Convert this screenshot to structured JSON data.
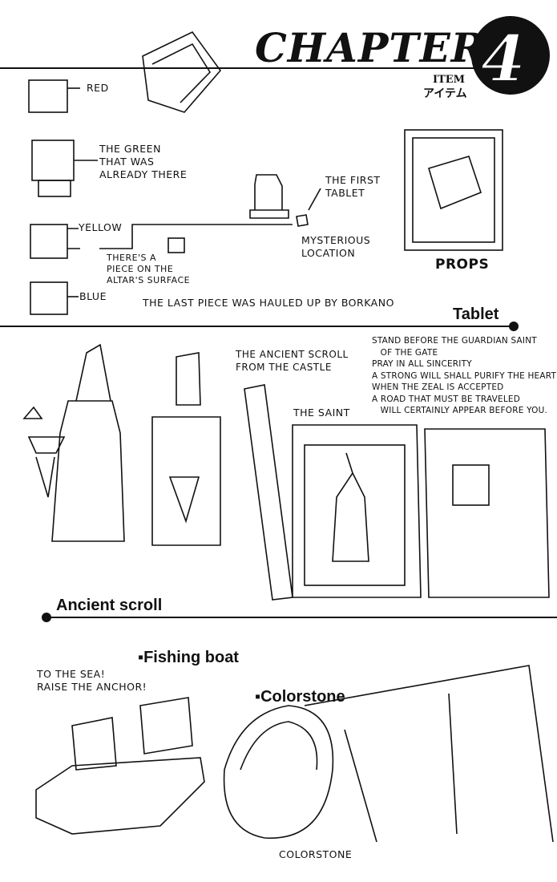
{
  "header": {
    "chapter": "CHAPTER",
    "number": "4",
    "item_en": "ITEM",
    "item_jp": "アイテム"
  },
  "props": {
    "labels": {
      "red": "RED",
      "green": "THE GREEN\nTHAT WAS\nALREADY THERE",
      "first_tablet": "THE FIRST\nTABLET",
      "yellow": "YELLOW",
      "piece": "THERE'S A\nPIECE ON THE\nALTAR'S SURFACE",
      "mysterious": "MYSTERIOUS\nLOCATION",
      "blue": "BLUE",
      "last_piece": "THE LAST PIECE WAS HAULED UP BY BORKANO",
      "props_title": "PROPS"
    },
    "section": "Tablet"
  },
  "scroll": {
    "inscription": "STAND BEFORE THE GUARDIAN SAINT\n   OF THE GATE\nPRAY IN ALL SINCERITY\nA STRONG WILL SHALL PURIFY THE HEART\nWHEN THE ZEAL IS ACCEPTED\nA ROAD THAT MUST BE TRAVELED\n   WILL CERTAINLY APPEAR BEFORE YOU.",
    "ancient_label": "THE ANCIENT SCROLL\nFROM THE CASTLE",
    "saint_label": "THE SAINT",
    "section": "Ancient scroll"
  },
  "bottom": {
    "fishing_boat": "Fishing boat",
    "boat_quote": "TO THE SEA!\nRAISE THE ANCHOR!",
    "colorstone": "Colorstone",
    "colorstone_caption": "COLORSTONE"
  }
}
